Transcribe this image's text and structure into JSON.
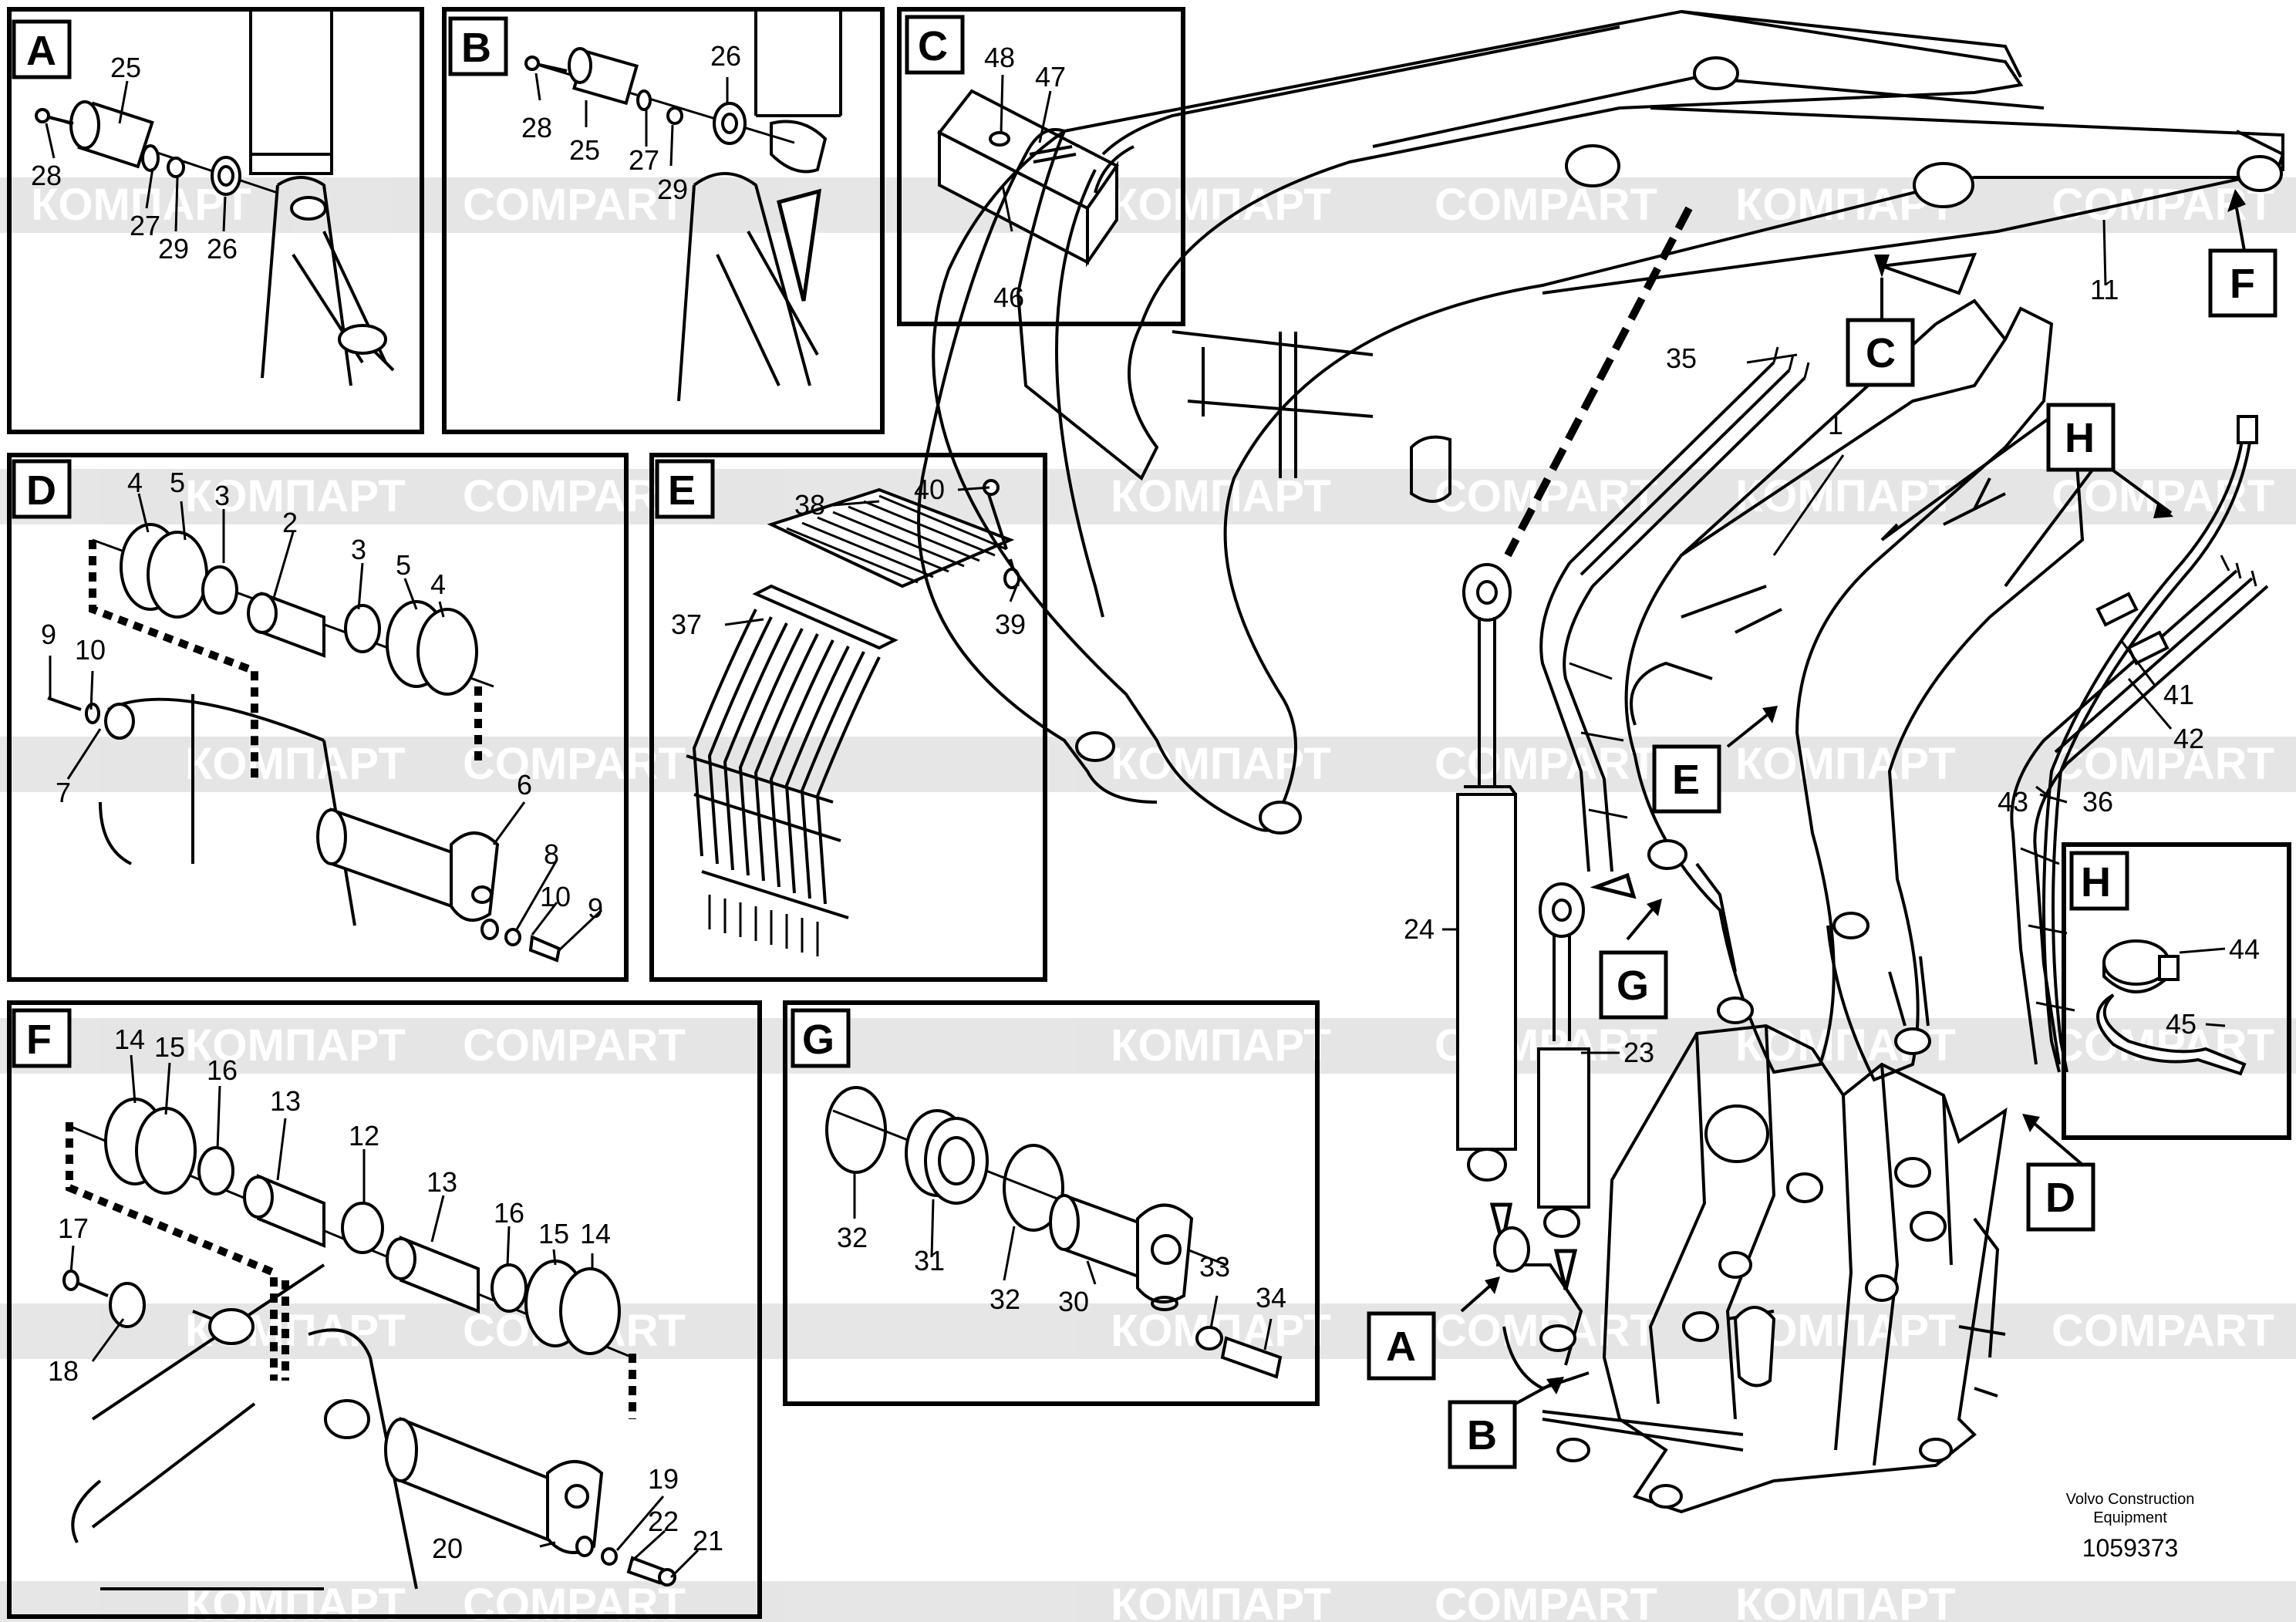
{
  "watermark": {
    "latin": "COMPART",
    "cyrillic": "КОМПАРТ",
    "band_color": "#dcdcdc"
  },
  "credit": {
    "company": "Volvo Construction",
    "company_line2": "Equipment",
    "drawing_number": "1059373"
  },
  "panels": {
    "A": {
      "tag": "A",
      "labels": [
        "25",
        "28",
        "27",
        "29",
        "26"
      ]
    },
    "B": {
      "tag": "B",
      "labels": [
        "28",
        "25",
        "27",
        "29",
        "26"
      ]
    },
    "C": {
      "tag": "C",
      "labels": [
        "48",
        "47",
        "46"
      ]
    },
    "D": {
      "tag": "D",
      "labels": [
        "4",
        "5",
        "3",
        "2",
        "3",
        "5",
        "4",
        "9",
        "10",
        "7",
        "6",
        "8",
        "10",
        "9"
      ]
    },
    "E": {
      "tag": "E",
      "labels": [
        "38",
        "40",
        "37",
        "39"
      ]
    },
    "F": {
      "tag": "F",
      "labels": [
        "14",
        "15",
        "16",
        "13",
        "12",
        "13",
        "16",
        "15",
        "14",
        "17",
        "18",
        "19",
        "22",
        "20",
        "21"
      ]
    },
    "G": {
      "tag": "G",
      "labels": [
        "32",
        "31",
        "32",
        "30",
        "33",
        "34"
      ]
    },
    "H": {
      "tag": "H",
      "labels": [
        "44",
        "45"
      ]
    }
  },
  "main": {
    "callouts": [
      "C",
      "F",
      "H",
      "E",
      "G",
      "D",
      "A",
      "B"
    ],
    "labels": [
      "11",
      "35",
      "1",
      "41",
      "42",
      "36",
      "43",
      "24",
      "23"
    ]
  }
}
